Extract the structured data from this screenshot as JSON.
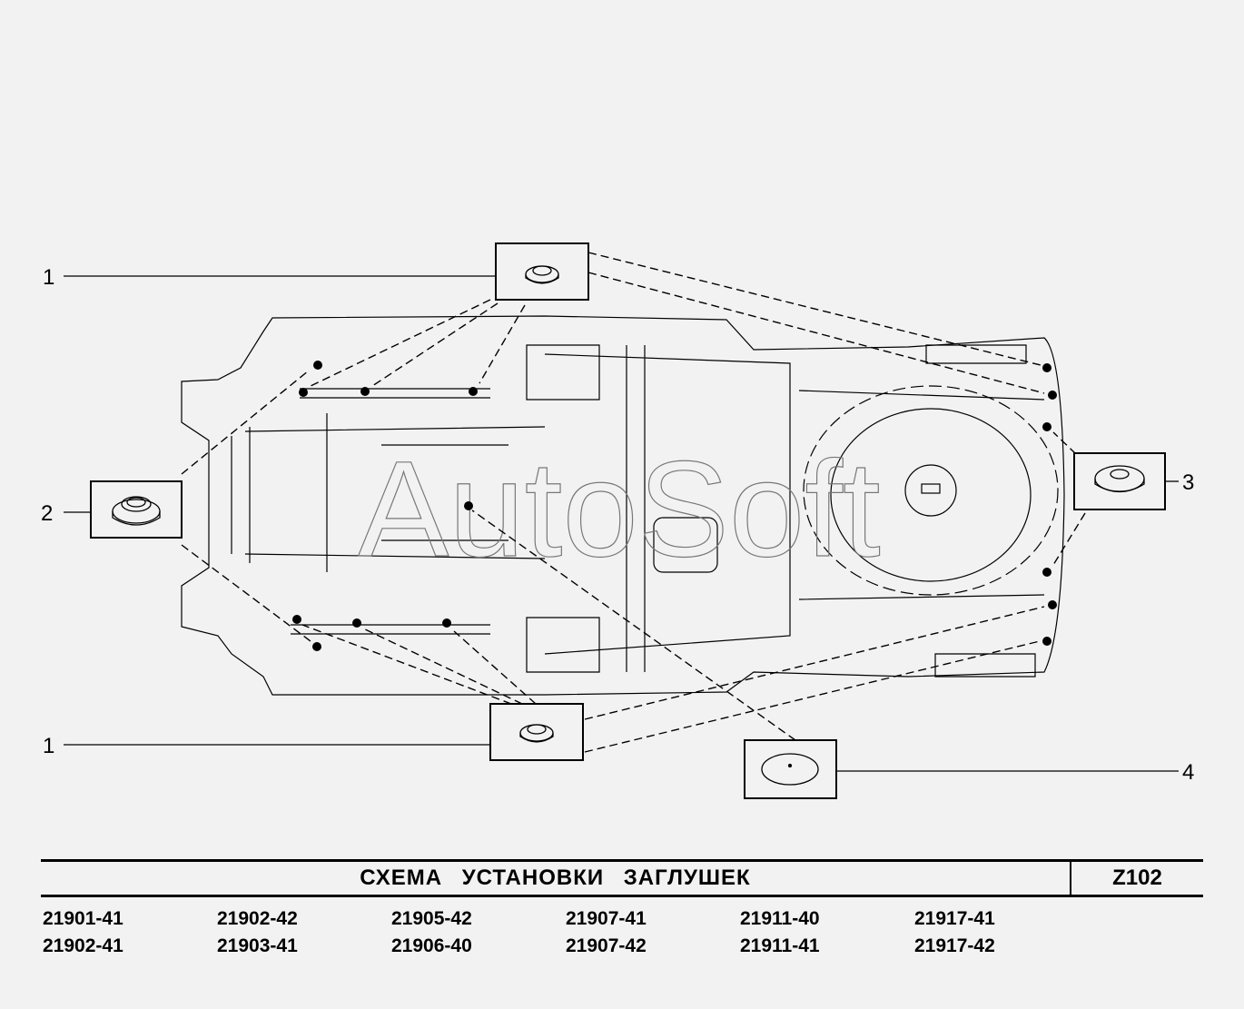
{
  "watermark": "AutoSoft",
  "callouts": [
    {
      "id": "callout-1-top",
      "label": "1"
    },
    {
      "id": "callout-2",
      "label": "2"
    },
    {
      "id": "callout-3",
      "label": "3"
    },
    {
      "id": "callout-1-bottom",
      "label": "1"
    },
    {
      "id": "callout-4",
      "label": "4"
    }
  ],
  "title": "СХЕМА УСТАНОВКИ ЗАГЛУШЕК",
  "code": "Z102",
  "models": [
    "21901-41",
    "21902-42",
    "21905-42",
    "21907-41",
    "21911-40",
    "21917-41",
    "21902-41",
    "21903-41",
    "21906-40",
    "21907-42",
    "21911-41",
    "21917-42"
  ]
}
